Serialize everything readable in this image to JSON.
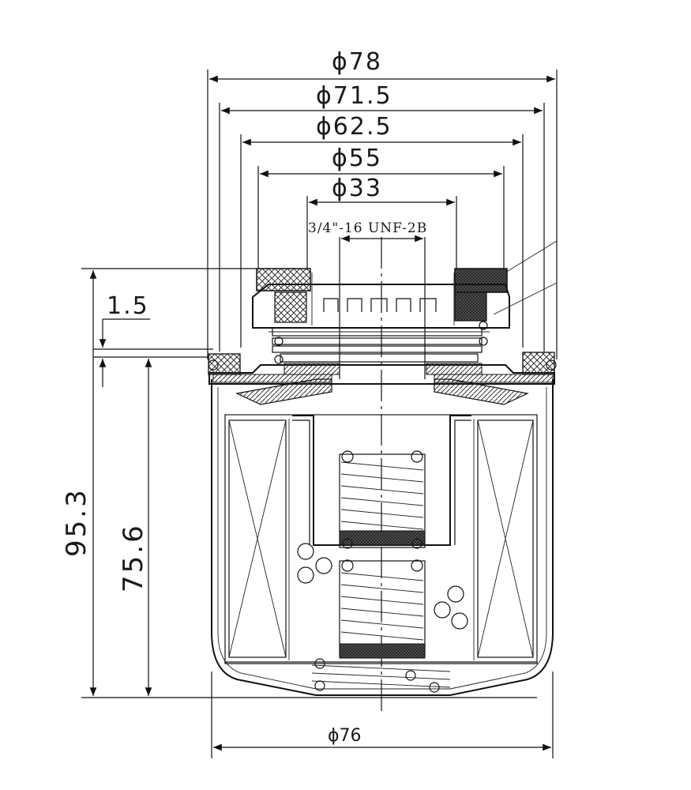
{
  "dimensions": {
    "d78": "ϕ78",
    "d71_5": "ϕ71.5",
    "d62_5": "ϕ62.5",
    "d55": "ϕ55",
    "d33": "ϕ33",
    "thread": "3/4\"-16 UNF-2B",
    "gasket": "1.5",
    "total_height": "95.3",
    "body_height": "75.6",
    "d76": "ϕ76"
  },
  "colors": {
    "line": "#111111",
    "hatch": "#444444",
    "background": "#ffffff"
  }
}
